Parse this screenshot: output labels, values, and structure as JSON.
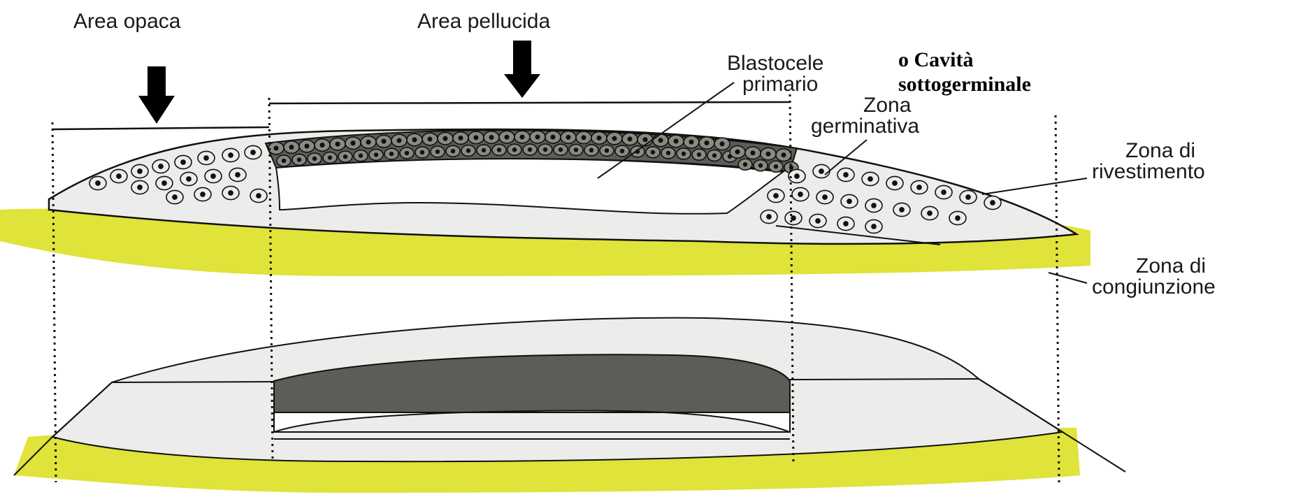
{
  "labels": {
    "area_opaca": "Area opaca",
    "area_pellucida": "Area pellucida",
    "blastocele_line1": "Blastocele",
    "blastocele_line2": "primario",
    "cavita_line1": "o Cavità",
    "cavita_line2": "sottogerminale",
    "zona_germ_line1": "Zona",
    "zona_germ_line2": "germinativa",
    "zona_riv_line1": "Zona di",
    "zona_riv_line2": "rivestimento",
    "zona_cong_line1": "Zona di",
    "zona_cong_line2": "congiunzione"
  },
  "colors": {
    "yolk": "#dfe33a",
    "embryo_fill": "#ececea",
    "dark_layer": "#5c5c58",
    "cell_fill": "#8a8a82",
    "outline": "#111111"
  }
}
